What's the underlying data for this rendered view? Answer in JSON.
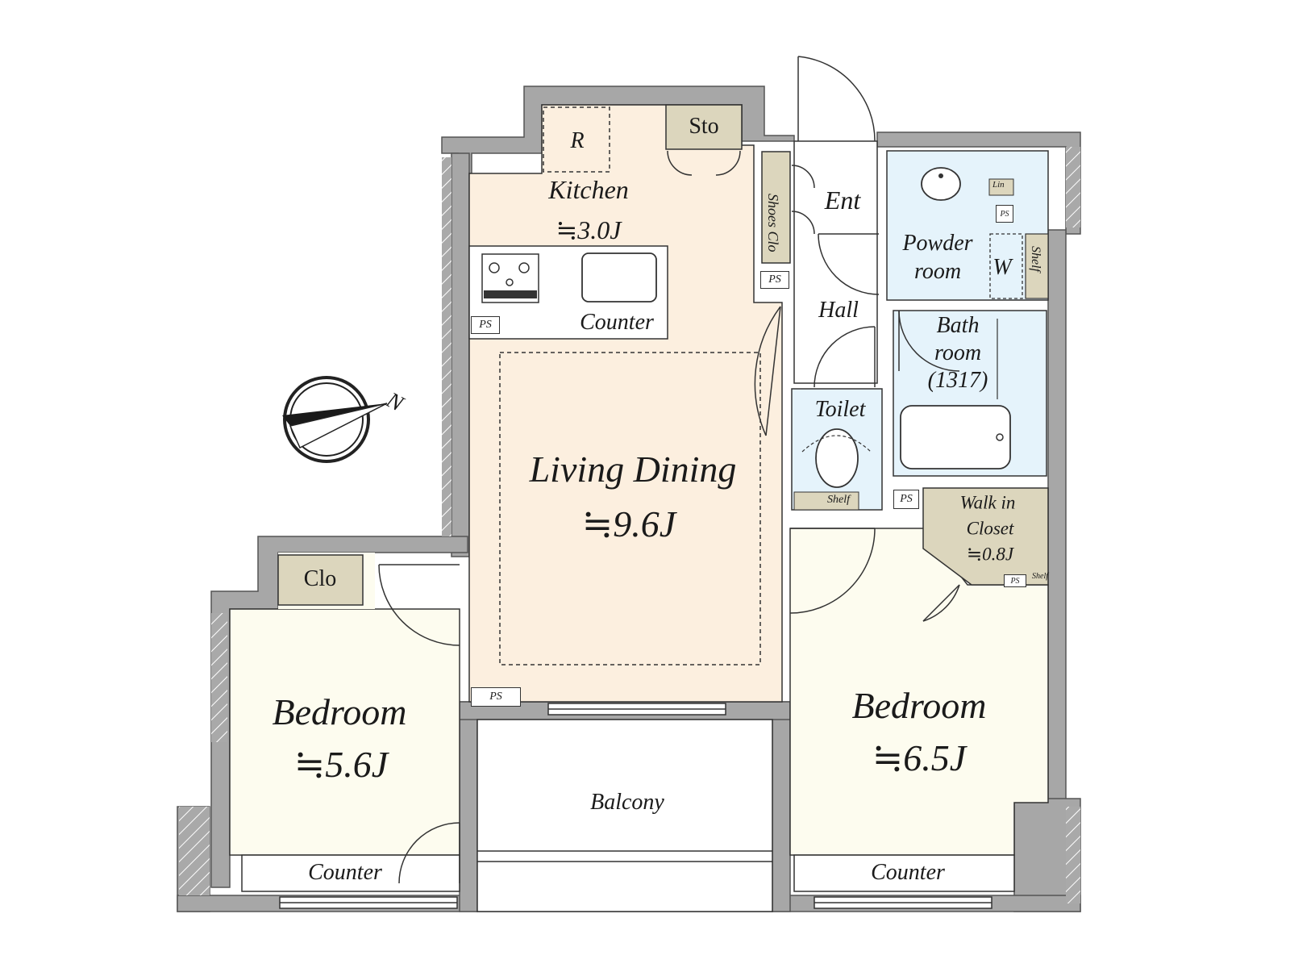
{
  "floorplan": {
    "compass": {
      "north_label": "N"
    },
    "rooms": {
      "kitchen": {
        "name": "Kitchen",
        "area": "≒3.0J"
      },
      "refrigerator": {
        "label": "R"
      },
      "storage": {
        "label": "Sto"
      },
      "kitchen_counter": {
        "label": "Counter"
      },
      "living_dining": {
        "name": "Living Dining",
        "area": "≒9.6J"
      },
      "entrance": {
        "name": "Ent"
      },
      "shoes_closet": {
        "label": "Shoes Clo"
      },
      "hall": {
        "name": "Hall"
      },
      "powder_room": {
        "name": "Powder room",
        "line1": "Powder",
        "line2": "room"
      },
      "washer": {
        "label": "W"
      },
      "powder_shelf": {
        "label": "Shelf"
      },
      "linen": {
        "label": "Lin"
      },
      "bath_room": {
        "line1": "Bath",
        "line2": "room",
        "line3": "(1317)"
      },
      "toilet": {
        "name": "Toilet",
        "shelf": "Shelf"
      },
      "walk_in_closet": {
        "line1": "Walk in",
        "line2": "Closet",
        "area": "≒0.8J",
        "shelf": "Shelf"
      },
      "bedroom_left": {
        "name": "Bedroom",
        "area": "≒5.6J",
        "closet": "Clo",
        "counter": "Counter"
      },
      "bedroom_right": {
        "name": "Bedroom",
        "area": "≒6.5J",
        "counter": "Counter"
      },
      "balcony": {
        "name": "Balcony"
      }
    },
    "pipe_space_label": "PS",
    "colors": {
      "wall": "#a7a7a7",
      "kitchen_living": "#fcefdf",
      "bedroom": "#fdfcef",
      "wet_area": "#e5f3fb",
      "storage": "#dcd6bd"
    }
  }
}
